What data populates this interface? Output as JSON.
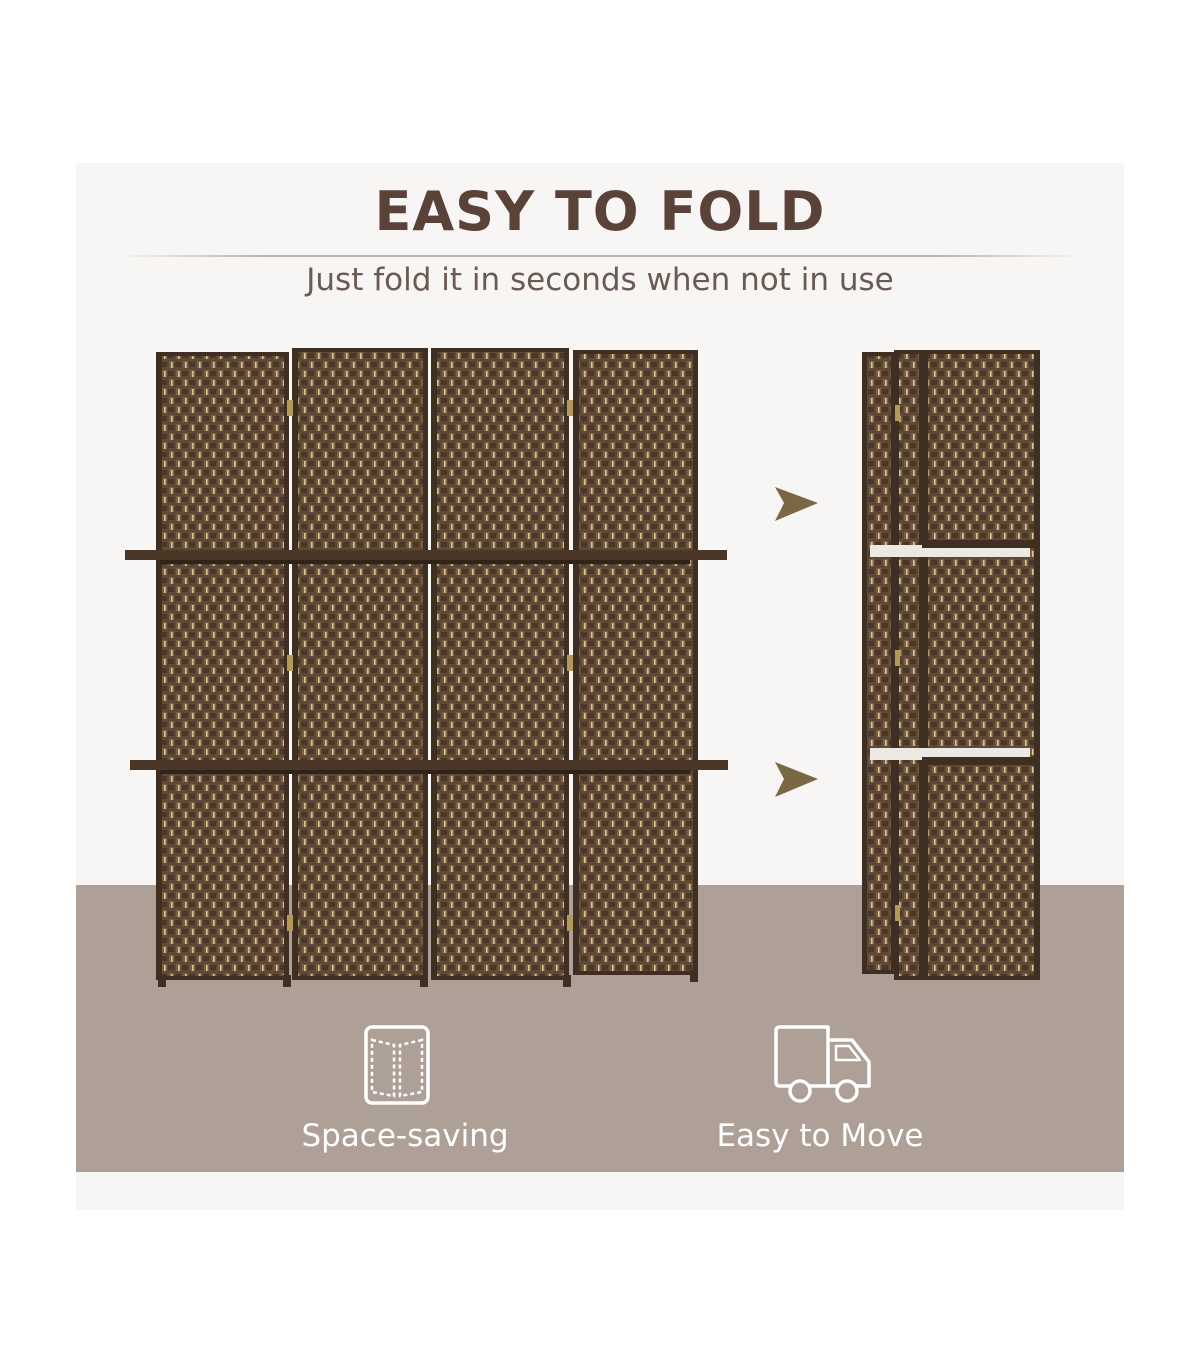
{
  "header": {
    "title": "EASY TO FOLD",
    "subtitle": "Just fold it in seconds when not in use"
  },
  "features": [
    {
      "label": "Space-saving",
      "icon": "folding-panels-icon"
    },
    {
      "label": "Easy to Move",
      "icon": "delivery-truck-icon"
    }
  ],
  "colors": {
    "title": "#5a4238",
    "background": "#f7f6f4",
    "floor": "#ae9f97",
    "wicker": "#5a4533",
    "arrow": "#7a6844"
  }
}
